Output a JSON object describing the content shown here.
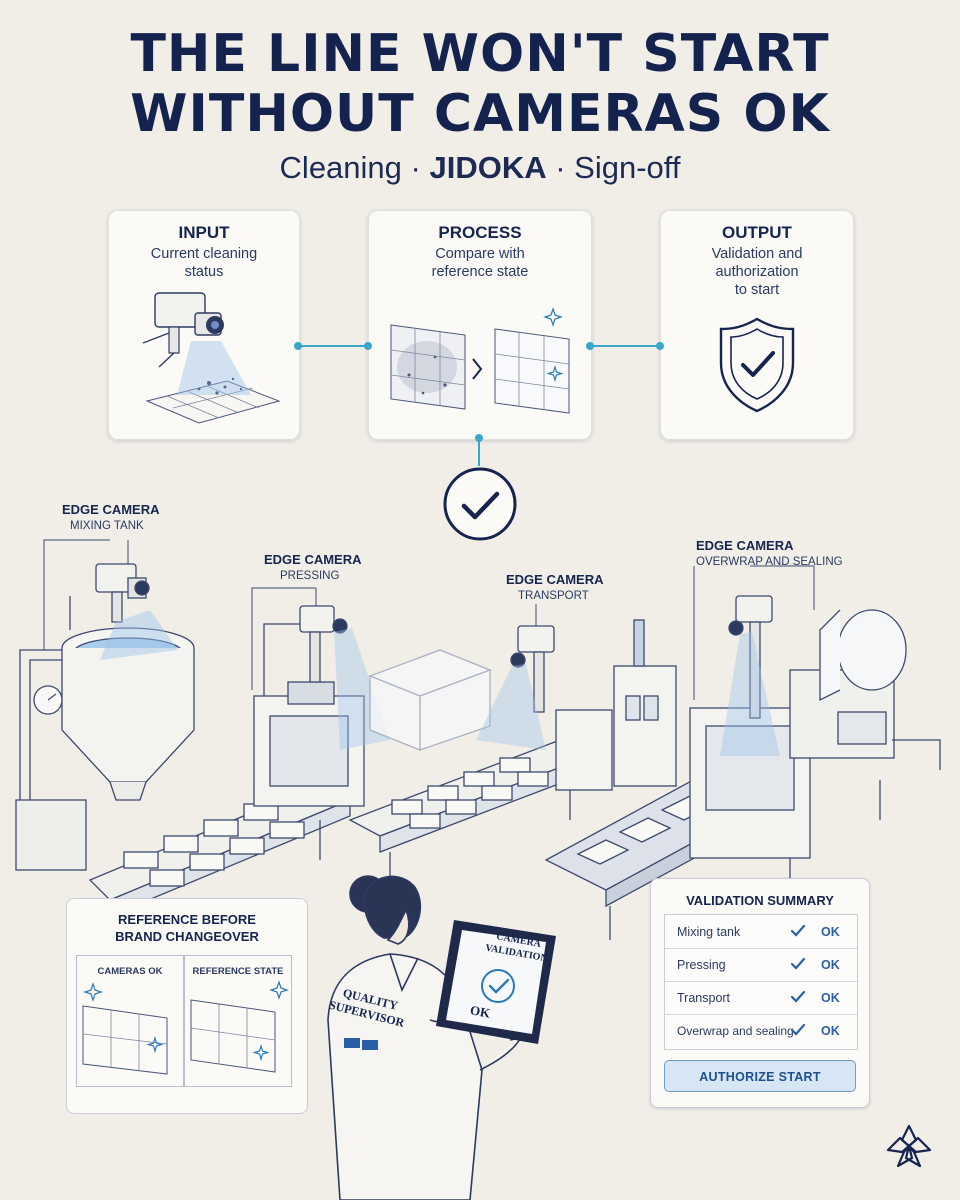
{
  "header": {
    "title_line1": "THE LINE WON'T START",
    "title_line2": "WITHOUT CAMERAS OK",
    "subtitle_part1": "Cleaning · ",
    "subtitle_bold": "JIDOKA",
    "subtitle_part2": " · Sign-off"
  },
  "flow": {
    "input": {
      "title": "INPUT",
      "desc_line1": "Current cleaning",
      "desc_line2": "status"
    },
    "process": {
      "title": "PROCESS",
      "desc_line1": "Compare with",
      "desc_line2": "reference state"
    },
    "output": {
      "title": "OUTPUT",
      "desc_line1": "Validation and",
      "desc_line2": "authorization",
      "desc_line3": "to start"
    }
  },
  "cameras": [
    {
      "title": "EDGE CAMERA",
      "location": "MIXING TANK"
    },
    {
      "title": "EDGE CAMERA",
      "location": "PRESSING"
    },
    {
      "title": "EDGE CAMERA",
      "location": "TRANSPORT"
    },
    {
      "title": "EDGE CAMERA",
      "location": "OVERWRAP AND SEALING"
    }
  ],
  "reference_panel": {
    "title_line1": "REFERENCE BEFORE",
    "title_line2": "BRAND CHANGEOVER",
    "left_label": "CAMERAS OK",
    "right_label": "REFERENCE STATE"
  },
  "tablet": {
    "line1": "CAMERA",
    "line2": "VALIDATION",
    "status": "OK"
  },
  "coat": {
    "line1": "QUALITY",
    "line2": "SUPERVISOR"
  },
  "validation_summary": {
    "title": "VALIDATION SUMMARY",
    "rows": [
      {
        "name": "Mixing tank",
        "status": "OK"
      },
      {
        "name": "Pressing",
        "status": "OK"
      },
      {
        "name": "Transport",
        "status": "OK"
      },
      {
        "name": "Overwrap and sealing",
        "status": "OK"
      }
    ],
    "button_label": "AUTHORIZE START"
  },
  "colors": {
    "navy": "#14234e",
    "accent_blue": "#2a5fa8",
    "connector_teal": "#3aa6c9",
    "background": "#f1eee8"
  }
}
